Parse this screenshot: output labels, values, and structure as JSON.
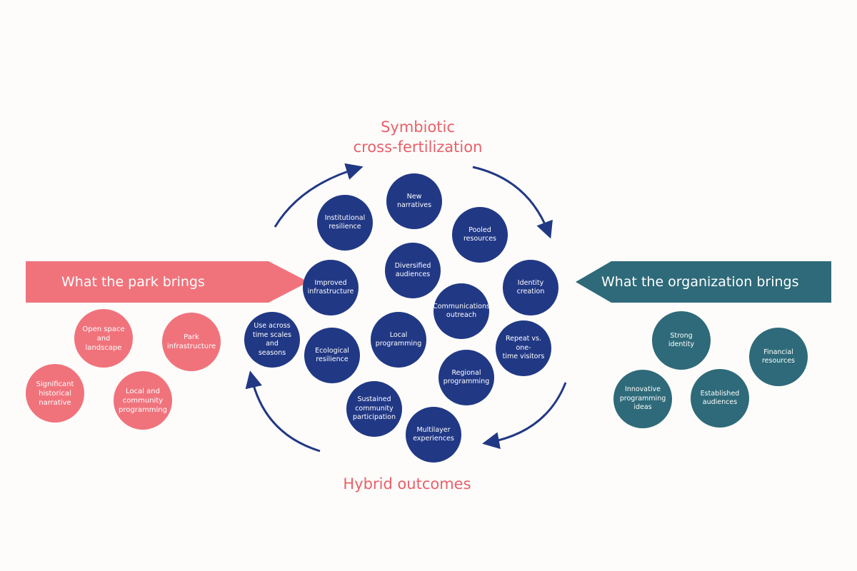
{
  "title": {
    "line1": "Symbiotic",
    "line2": "cross-fertilization"
  },
  "bottom_title": "Hybrid outcomes",
  "left_banner": "What the park brings",
  "right_banner": "What the organization brings",
  "colors": {
    "pink": "#f0737c",
    "heading_red": "#ea5f69",
    "navy": "#213885",
    "teal": "#2e6a79"
  },
  "park_items": [
    [
      "Open space",
      "and landscape"
    ],
    [
      "Park",
      "infrastructure"
    ],
    [
      "Significant",
      "historical",
      "narrative"
    ],
    [
      "Local and",
      "community",
      "programming"
    ]
  ],
  "outcome_items": [
    [
      "New narratives"
    ],
    [
      "Institutional",
      "resilience"
    ],
    [
      "Pooled",
      "resources"
    ],
    [
      "Diversified",
      "audiences"
    ],
    [
      "Improved",
      "infrastructure"
    ],
    [
      "Identity",
      "creation"
    ],
    [
      "Communications",
      "outreach"
    ],
    [
      "Use across",
      "time scales and",
      "seasons"
    ],
    [
      "Local",
      "programming"
    ],
    [
      "Ecological",
      "resilience"
    ],
    [
      "Repeat vs. one-",
      "time visitors"
    ],
    [
      "Regional",
      "programming"
    ],
    [
      "Sustained",
      "community",
      "participation"
    ],
    [
      "Multilayer",
      "experiences"
    ]
  ],
  "org_items": [
    [
      "Strong identity"
    ],
    [
      "Financial",
      "resources"
    ],
    [
      "Innovative",
      "programming",
      "ideas"
    ],
    [
      "Established",
      "audiences"
    ]
  ]
}
